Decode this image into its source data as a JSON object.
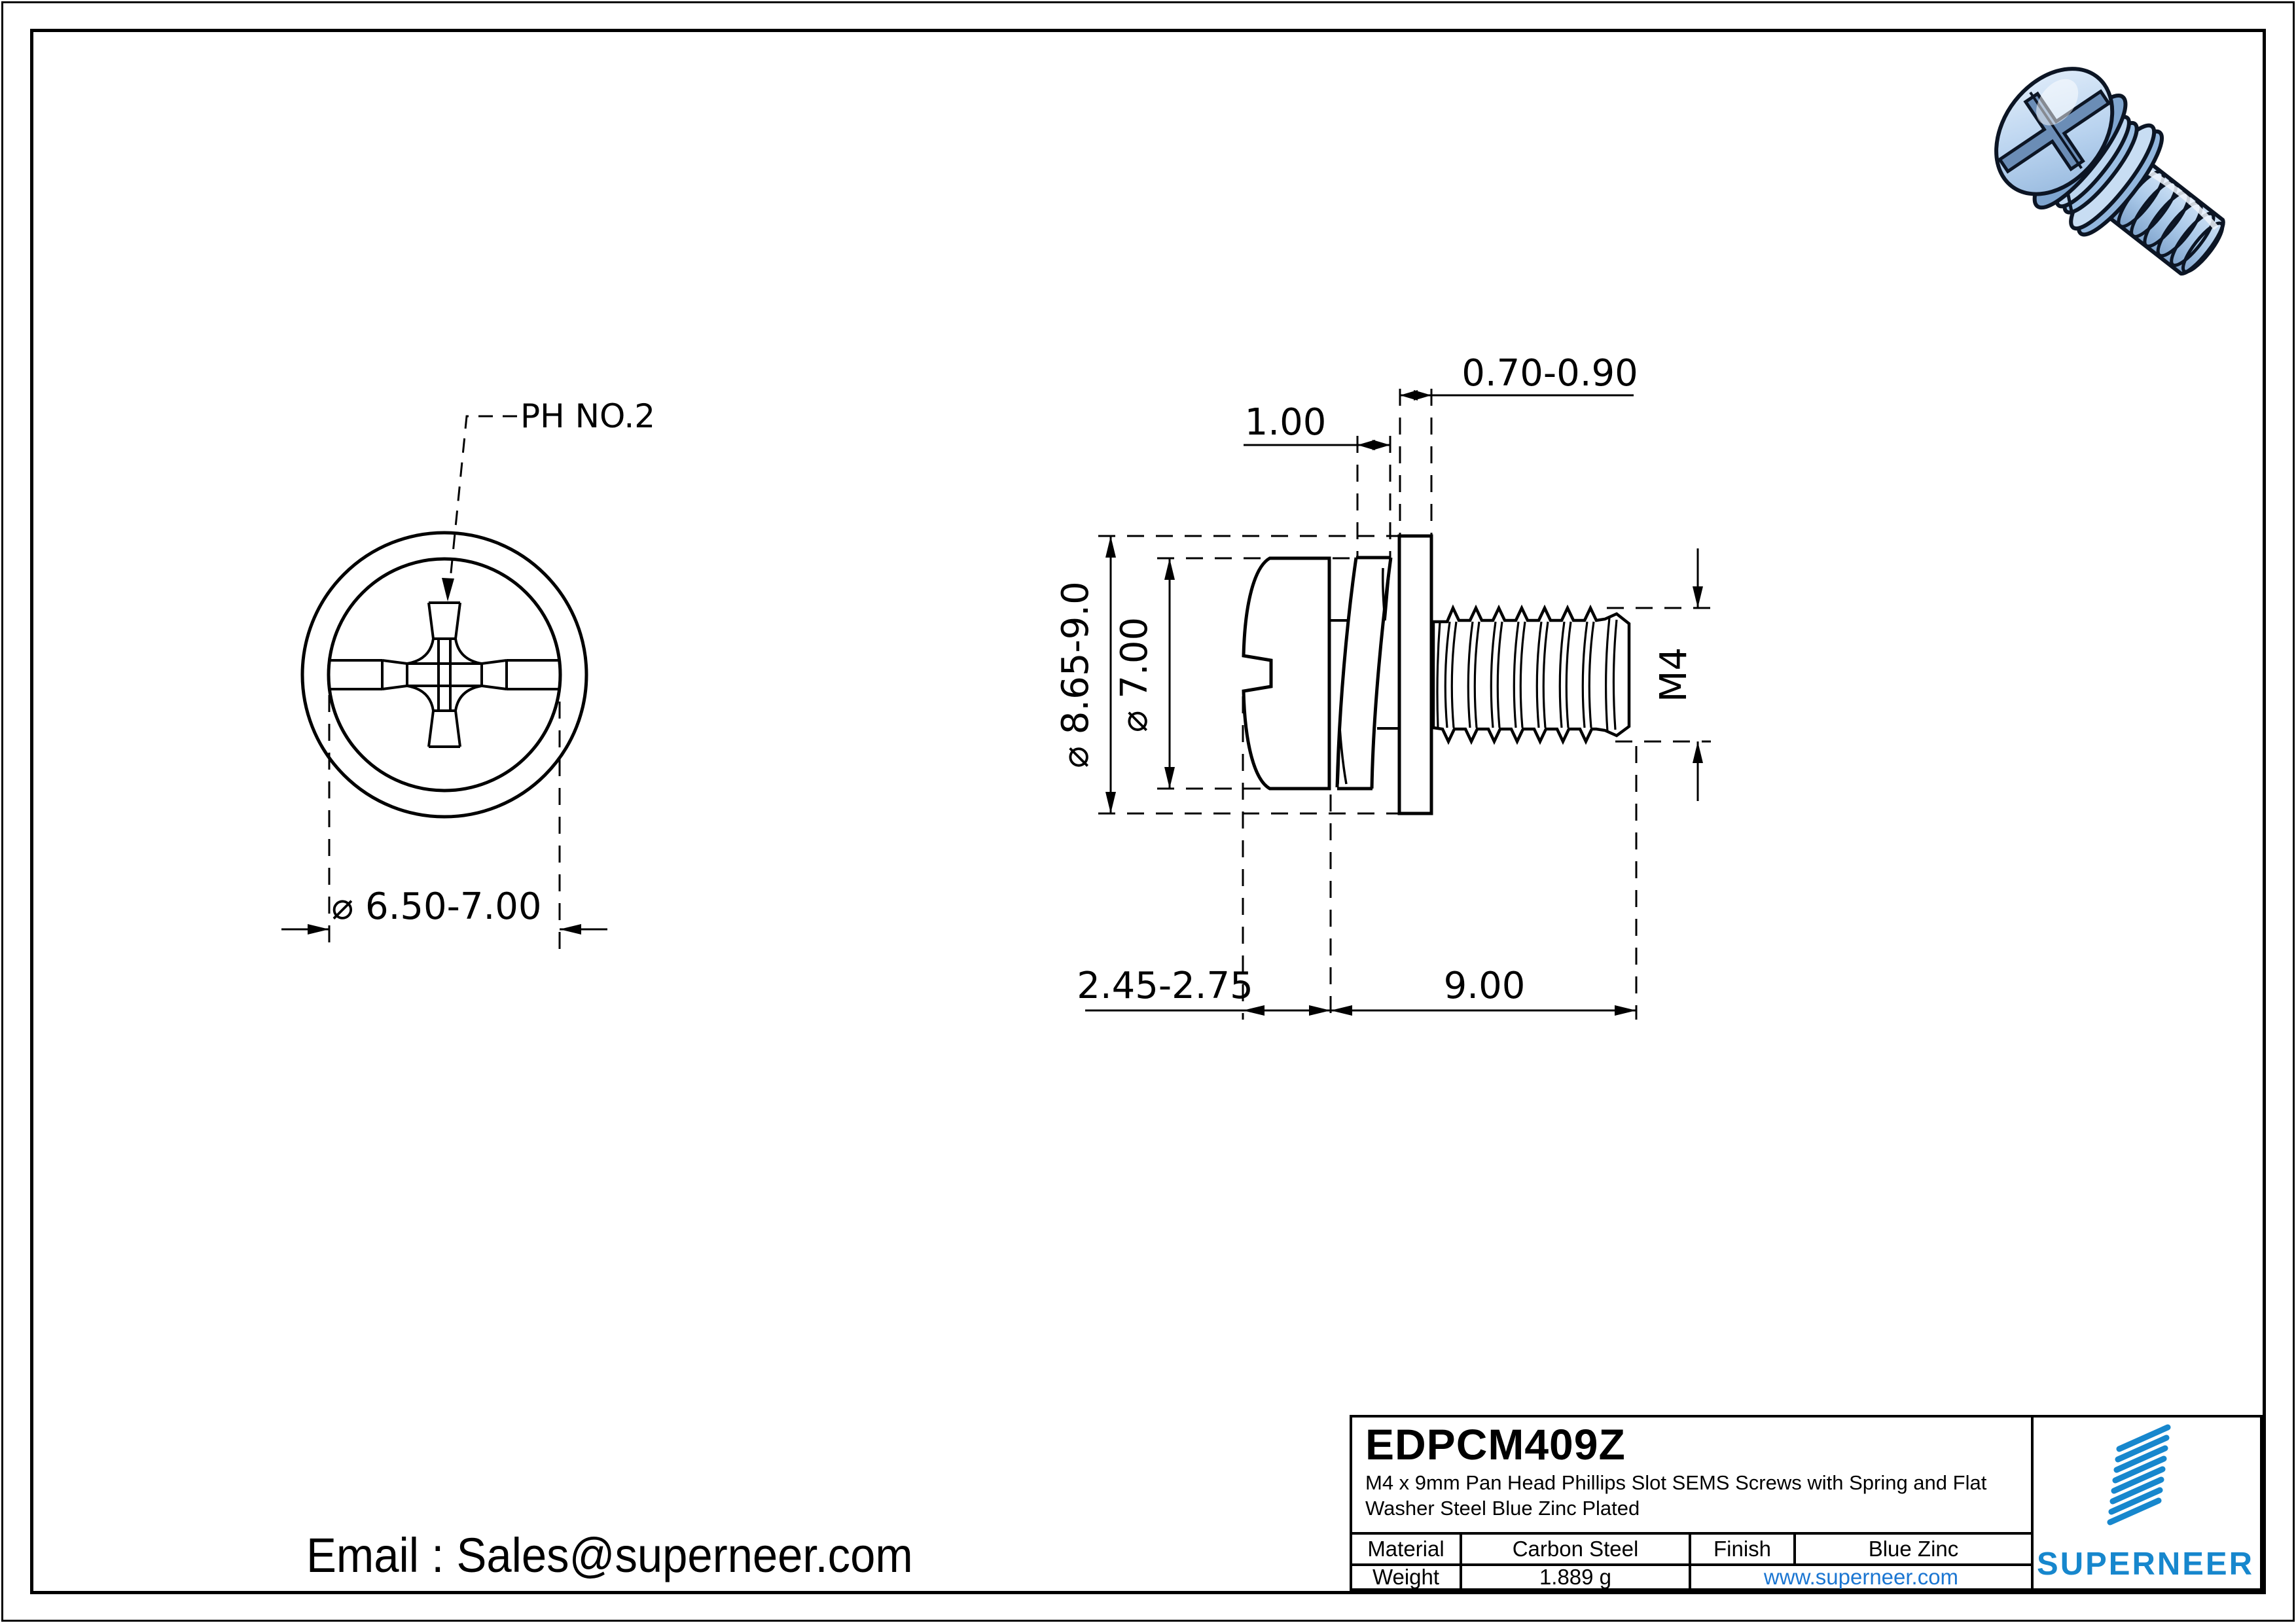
{
  "sheet": {
    "background": "#ffffff",
    "line_color": "#000000"
  },
  "views": {
    "front": {
      "callout": "PH NO.2",
      "head_diameter": "⌀ 6.50-7.00"
    },
    "side": {
      "spring_washer_thickness": "1.00",
      "flat_washer_thickness": "0.70-0.90",
      "flat_washer_diameter": "⌀ 8.65-9.0",
      "head_diameter": "⌀ 7.00",
      "head_height": "2.45-2.75",
      "thread_length": "9.00",
      "thread_spec": "M4"
    }
  },
  "title_block": {
    "part_number": "EDPCM409Z",
    "description_line1": "M4 x 9mm Pan Head Phillips Slot SEMS Screws with Spring and Flat",
    "description_line2": "Washer Steel Blue Zinc Plated",
    "material_label": "Material",
    "material_value": "Carbon Steel",
    "finish_label": "Finish",
    "finish_value": "Blue Zinc",
    "weight_label": "Weight",
    "weight_value": "1.889 g",
    "website": "www.superneer.com",
    "brand_name": "SUPERNEER",
    "brand_color": "#1787cd",
    "link_color": "#1b76d2"
  },
  "model_3d": {
    "name": "blue zinc plated SEMS screw 3D preview",
    "body_color": "#bdd7f0",
    "shade_color": "#7fa5cf",
    "outline_color": "#0c1524"
  },
  "footer": {
    "email": "Email : Sales@superneer.com"
  }
}
